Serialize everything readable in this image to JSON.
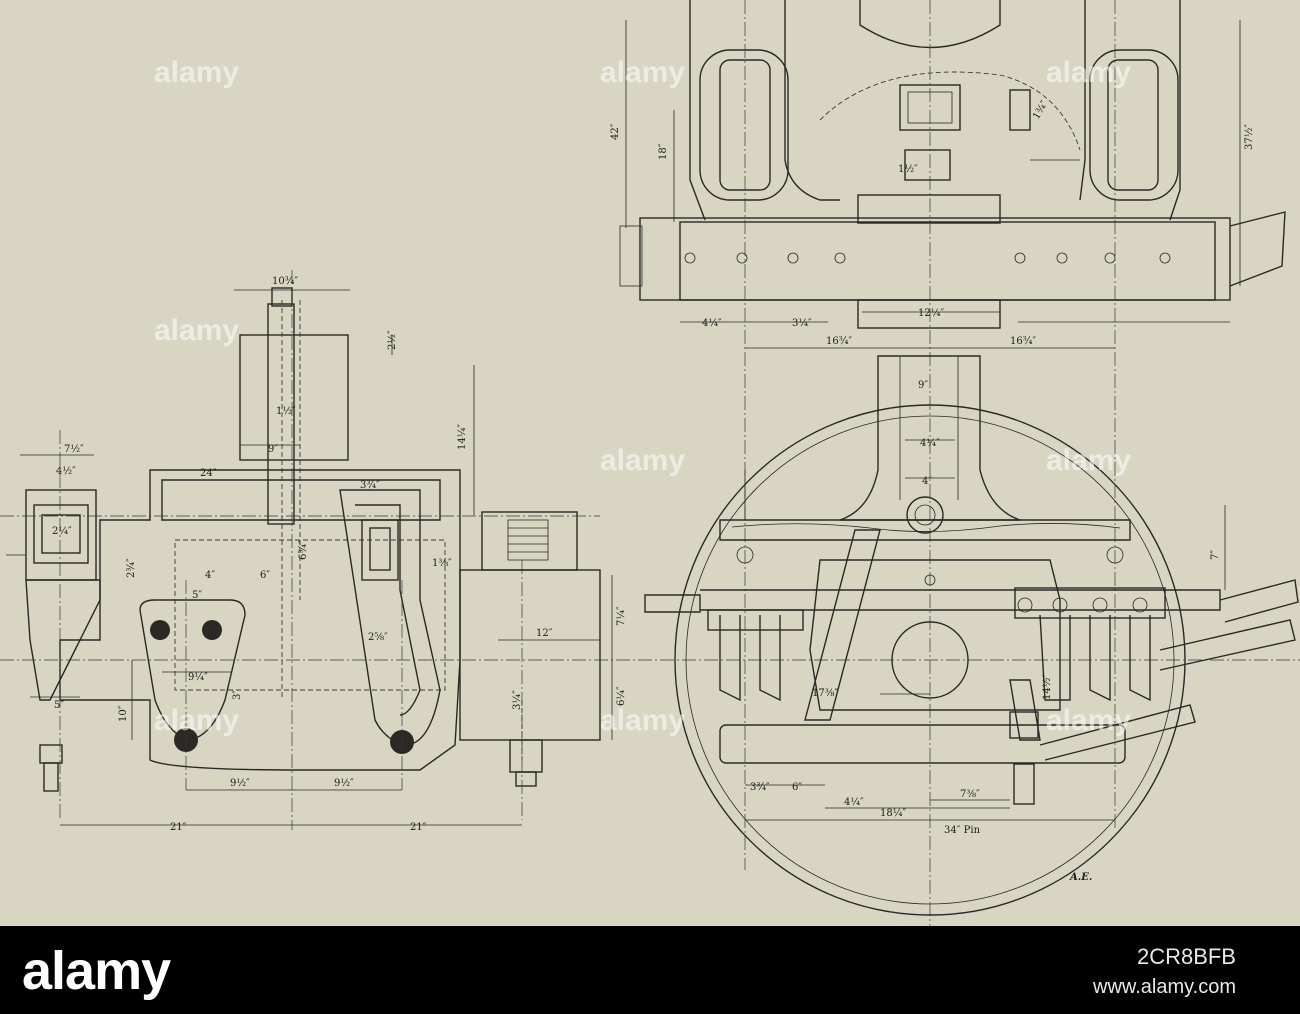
{
  "drawing": {
    "signature": "A.E.",
    "pin_label": "34″ Pin",
    "dims": {
      "d_10_3_4": "10¾″",
      "d_2_1_2": "2½″",
      "d_14_1_4": "14¼″",
      "d_1_1_2": "1½″",
      "d_9": "9″",
      "d_24": "24″",
      "d_6_3_4": "6¾″",
      "d_6": "6″",
      "d_4": "4″",
      "d_5": "5″",
      "d_3_3_4": "3¾″",
      "d_1_3_8": "1⅜″",
      "d_7_1_2": "7½″",
      "d_4_1_2": "4½″",
      "d_2_3_4": "2¾″",
      "d_2_1_4": "2¼″",
      "d_9_1_4": "9¼″",
      "d_3": "3″",
      "d_10": "10″",
      "d_9_1_2a": "9½″",
      "d_9_1_2b": "9½″",
      "d_21a": "21″",
      "d_21b": "21″",
      "d_12": "12″",
      "d_7_1_4": "7¼″",
      "d_6_1_4": "6¼″",
      "d_42": "42″",
      "d_18": "18″",
      "d_37_1_2": "37½″",
      "d_16_3_4a": "16¾″",
      "d_16_3_4b": "16¾″",
      "d_12_1_4": "12¼″",
      "d_4_1_4_dim": "4¼″",
      "d_3_1_4": "3¼″",
      "d_17_3_8": "17⅜″",
      "d_18_1_4": "18¼″",
      "d_7_3_8": "7⅜″",
      "d_7_r": "7″",
      "d_14_1_2": "14½″",
      "d_4_1_4b": "4¼″",
      "d_6_b": "6″",
      "d_3_3_4b": "3¾″",
      "d_5_top": "5″",
      "d_2_5_8": "2⅝″",
      "d_1_3_4": "1¾″",
      "d_3_1_4b": "3¼″"
    }
  },
  "watermark": {
    "text": "alamy"
  },
  "footer": {
    "logo": "alamy",
    "stock_id": "2CR8BFB",
    "url": "www.alamy.com"
  }
}
